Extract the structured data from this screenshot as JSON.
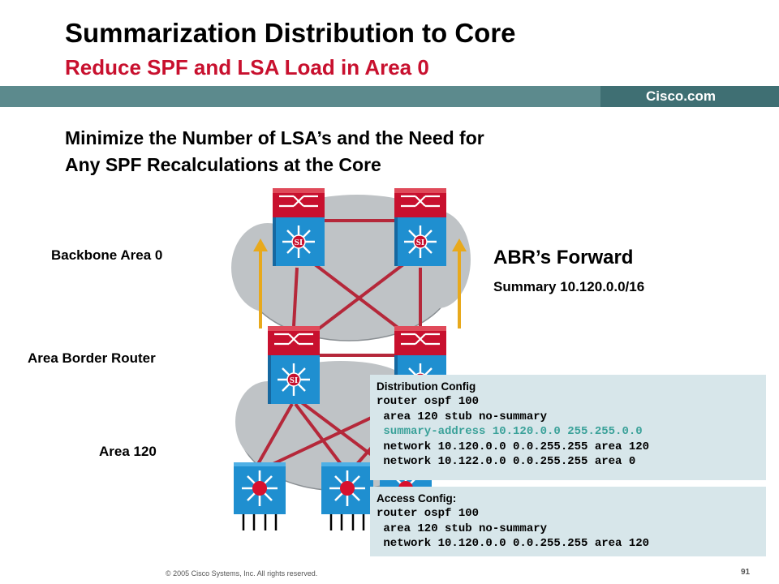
{
  "slide": {
    "title": "Summarization Distribution to Core",
    "subtitle": "Reduce SPF and LSA Load in Area 0",
    "brand": "Cisco.com",
    "heading_line1": "Minimize the Number of LSA’s and the Need for",
    "heading_line2": "Any SPF Recalculations at the Core",
    "backbone_label": "Backbone Area 0",
    "abr_label": "Area Border Router",
    "area120_label": "Area 120",
    "abr_forward": "ABR’s Forward",
    "summary": "Summary 10.120.0.0/16",
    "copyright": "© 2005 Cisco Systems, Inc. All rights reserved.",
    "page_number": "91"
  },
  "distribution_config": {
    "title": "Distribution Config",
    "lines": [
      "router ospf 100",
      " area 120 stub no-summary",
      " summary-address 10.120.0.0 255.255.0.0",
      " network 10.120.0.0 0.0.255.255 area 120",
      " network 10.122.0.0 0.0.255.255 area 0"
    ]
  },
  "access_config": {
    "title": "Access Config:",
    "lines": [
      "router ospf 100",
      " area 120 stub no-summary",
      " network 10.120.0.0 0.0.255.255 area 120"
    ]
  },
  "colors": {
    "accent_red": "#c8102e",
    "bar": "#3f6f73",
    "highlight": "#3aa199",
    "link": "#b5283a",
    "arrow": "#e8a91c",
    "cloud": "#bfc3c6",
    "router_blue": "#1f8fd0"
  },
  "icons": [
    "layer3-switch-icon",
    "access-switch-icon",
    "up-arrow-icon",
    "cloud-icon"
  ]
}
